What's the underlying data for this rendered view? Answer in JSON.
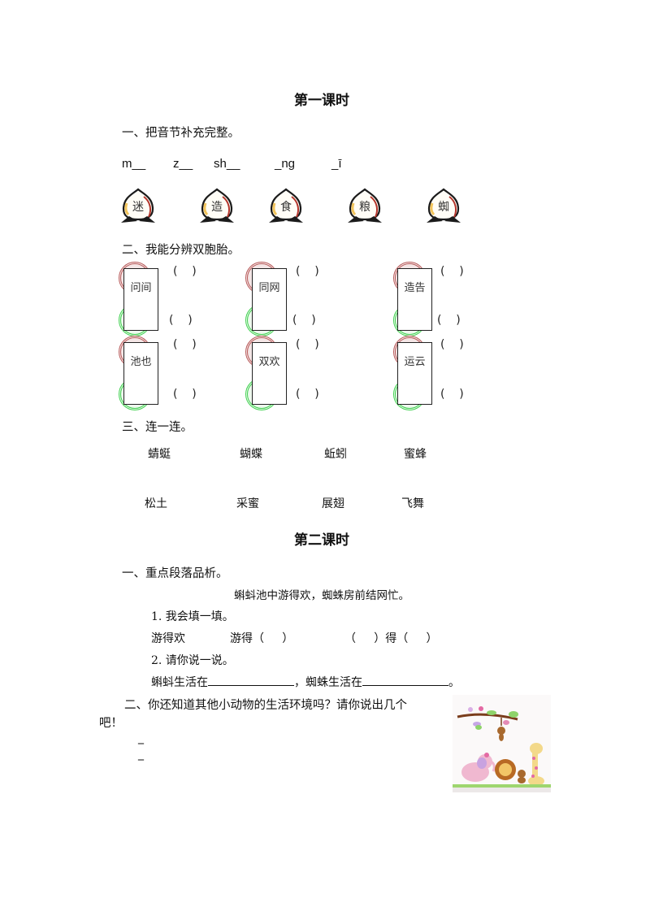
{
  "lesson1": {
    "title": "第一课时",
    "section1": {
      "heading": "一、把音节补充完整。",
      "pinyin": [
        "m__",
        "z__",
        "sh__",
        "_ng",
        "_ī"
      ],
      "peach_chars": [
        "迷",
        "造",
        "食",
        "粮",
        "蜘"
      ]
    },
    "section2": {
      "heading": "二、我能分辨双胞胎。",
      "twins": [
        {
          "chars": "问间",
          "blank_top": "(    )",
          "blank_bottom": "(    )"
        },
        {
          "chars": "同网",
          "blank_top": "(    )",
          "blank_bottom": "(    )"
        },
        {
          "chars": "造告",
          "blank_top": "(    )",
          "blank_bottom": "(    )"
        },
        {
          "chars": "池也",
          "blank_top": "(    )",
          "blank_bottom": "(    )"
        },
        {
          "chars": "双欢",
          "blank_top": "(    )",
          "blank_bottom": "(    )"
        },
        {
          "chars": "运云",
          "blank_top": "(    )",
          "blank_bottom": "(    )"
        }
      ]
    },
    "section3": {
      "heading": "三、连一连。",
      "top_row": [
        "蜻蜓",
        "蝴蝶",
        "蚯蚓",
        "蜜蜂"
      ],
      "bottom_row": [
        "松土",
        "采蜜",
        "展翅",
        "飞舞"
      ]
    }
  },
  "lesson2": {
    "title": "第二课时",
    "section1": {
      "heading": "一、重点段落品析。",
      "quote": "蝌蚪池中游得欢，蜘蛛房前结网忙。",
      "q1_label": "1. 我会填一填。",
      "q1_example": "游得欢",
      "q1_item1": "游得（     ）",
      "q1_item2": "（     ）得（     ）",
      "q2_label": "2. 请你说一说。",
      "q2_part1": "蝌蚪生活在",
      "q2_part2": "，蜘蛛生活在",
      "q2_end": "。"
    },
    "section2": {
      "heading_line1": "二、你还知道其他小动物的生活环境吗？请你说出几个",
      "heading_line2": "吧！",
      "answer_lines": [
        "_",
        "_"
      ],
      "image": "cartoon-animals-illustration"
    }
  }
}
